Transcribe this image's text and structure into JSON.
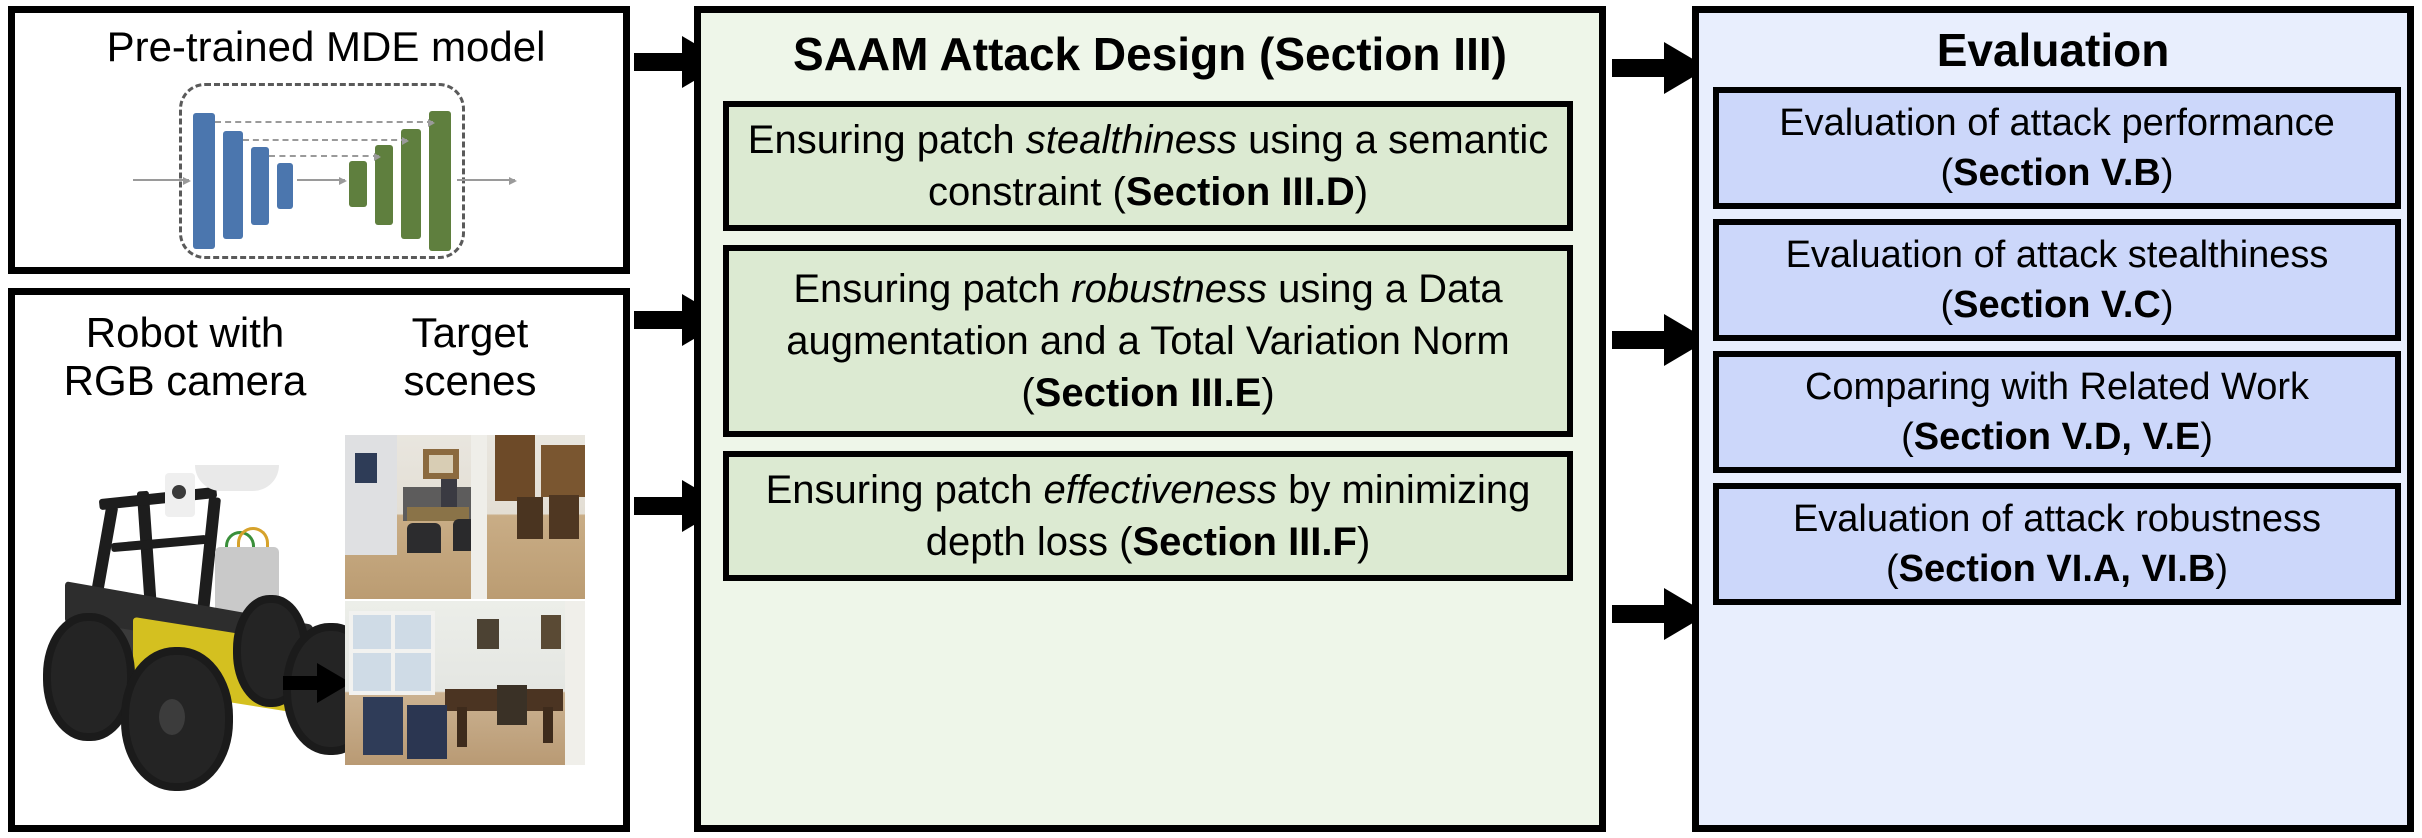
{
  "left_column": {
    "mde_box": {
      "title": "Pre-trained MDE model",
      "diagram_name": "encoder-decoder-network-diagram"
    },
    "robot_box": {
      "robot_caption": "Robot with\nRGB camera",
      "scenes_caption": "Target\nscenes",
      "robot_image_name": "robot-with-rgb-camera-photo",
      "scene_images": [
        "target-scene-office-photo",
        "target-scene-dining-room-photo"
      ]
    }
  },
  "middle_panel": {
    "title": "SAAM Attack Design (Section III)",
    "bg_color": "#eef6e9",
    "box_color": "#dcead2",
    "boxes": [
      {
        "id": "stealthiness",
        "html": "Ensuring patch <em>stealthiness</em> using a semantic constraint (<b>Section III.D</b>)",
        "text": "Ensuring patch stealthiness using a semantic constraint (Section III.D)"
      },
      {
        "id": "robustness",
        "html": "Ensuring patch <em>robustness</em> using a Data augmentation and a Total Variation Norm (<b>Section III.E</b>)",
        "text": "Ensuring patch robustness using a Data augmentation and a Total Variation Norm (Section III.E)"
      },
      {
        "id": "effectiveness",
        "html": "Ensuring patch <em>effectiveness</em> by minimizing depth loss (<b>Section III.F</b>)",
        "text": "Ensuring patch effectiveness by minimizing depth loss (Section III.F)"
      }
    ]
  },
  "right_panel": {
    "title": "Evaluation",
    "bg_color": "#e8eefd",
    "box_color": "#ccd7fa",
    "boxes": [
      {
        "id": "attack-performance",
        "html": "Evaluation of attack performance (<b>Section V.B</b>)",
        "text": "Evaluation of attack performance (Section V.B)"
      },
      {
        "id": "attack-stealthiness",
        "html": "Evaluation of attack stealthiness<br>(<b>Section V.C</b>)",
        "text": "Evaluation of attack stealthiness (Section V.C)"
      },
      {
        "id": "related-work",
        "html": "Comparing with Related Work<br>(<b>Section V.D, V.E</b>)",
        "text": "Comparing with Related Work (Section V.D, V.E)"
      },
      {
        "id": "attack-robustness",
        "html": "Evaluation of attack robustness<br>(<b>Section VI.A, VI.B</b>)",
        "text": "Evaluation of attack robustness (Section VI.A, VI.B)"
      }
    ]
  },
  "connectors": {
    "left_to_middle_count": 3,
    "middle_to_right_count": 3,
    "robot_to_scenes_count": 1,
    "color": "#000000"
  }
}
